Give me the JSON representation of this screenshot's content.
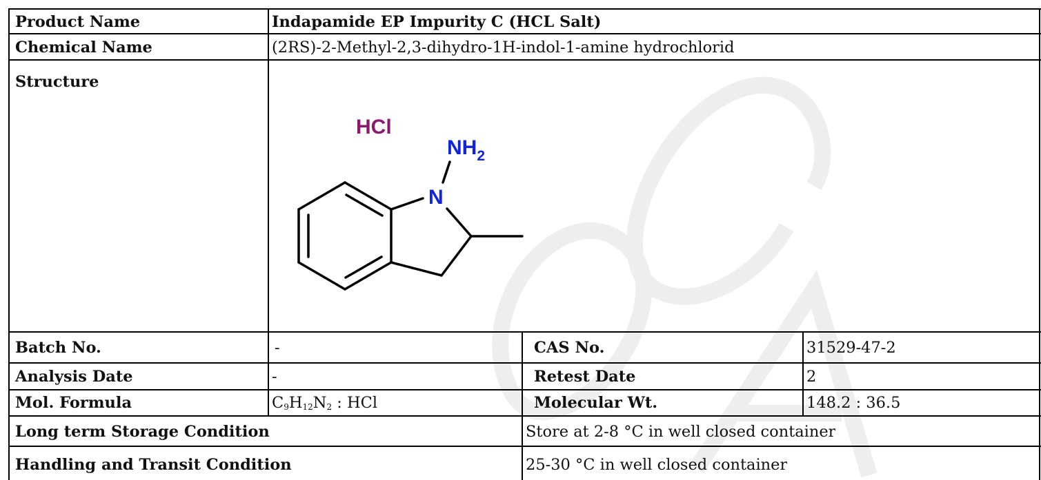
{
  "product_name_label": "Product Name",
  "product_name": "Indapamide EP Impurity C (HCL Salt)",
  "chemical_name_label": "Chemical Name",
  "chemical_name": "(2RS)-2-Methyl-2,3-dihydro-1H-indol-1-amine hydrochlorid",
  "structure_label": "Structure",
  "structure": {
    "salt": "HCl",
    "amine": "NH",
    "amine_sub": "2",
    "ring_n": "N"
  },
  "batch_label": "Batch No.",
  "batch_value": "-",
  "cas_label": "CAS No.",
  "cas_value": "31529-47-2",
  "analysis_label": "Analysis Date",
  "analysis_value": "-",
  "retest_label": "Retest Date",
  "retest_value": "2",
  "formula_label": "Mol. Formula",
  "formula": {
    "c": "C",
    "c_n": "9",
    "h": "H",
    "h_n": "12",
    "n": "N",
    "n_n": "2",
    "salt": " : HCl"
  },
  "mw_label": "Molecular Wt.",
  "mw_value": "148.2 : 36.5",
  "storage_label": "Long term Storage Condition",
  "storage_value": "Store at 2-8 °C in well closed container",
  "transit_label": "Handling and Transit Condition",
  "transit_value": "25-30 °C in well closed container",
  "colors": {
    "salt": "#8b1a6e",
    "nitrogen": "#1024e0",
    "watermark": "#eeeeee"
  }
}
